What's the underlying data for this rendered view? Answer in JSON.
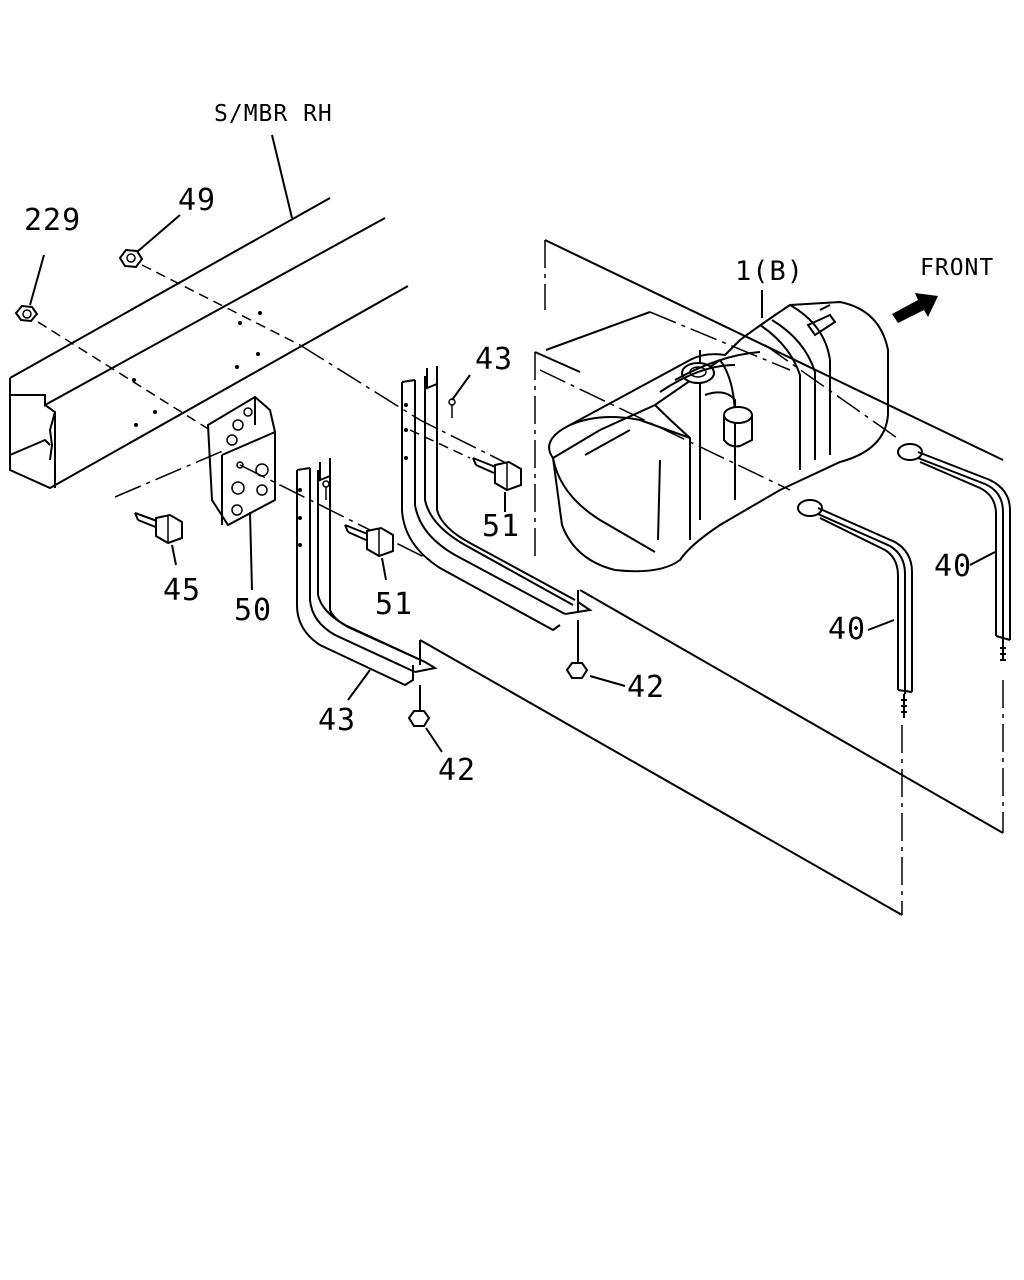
{
  "labels": {
    "member": "S/MBR RH",
    "front": "FRONT",
    "p229": "229",
    "p49": "49",
    "p1b": "1(B)",
    "p43_upper": "43",
    "p51_upper": "51",
    "p45": "45",
    "p50": "50",
    "p51_lower": "51",
    "p43_lower": "43",
    "p42_right": "42",
    "p42_left": "42",
    "p40_right": "40",
    "p40_mid": "40"
  },
  "icons": [
    "front-arrow-icon"
  ],
  "colors": {
    "line": "#000000",
    "background": "#ffffff"
  }
}
